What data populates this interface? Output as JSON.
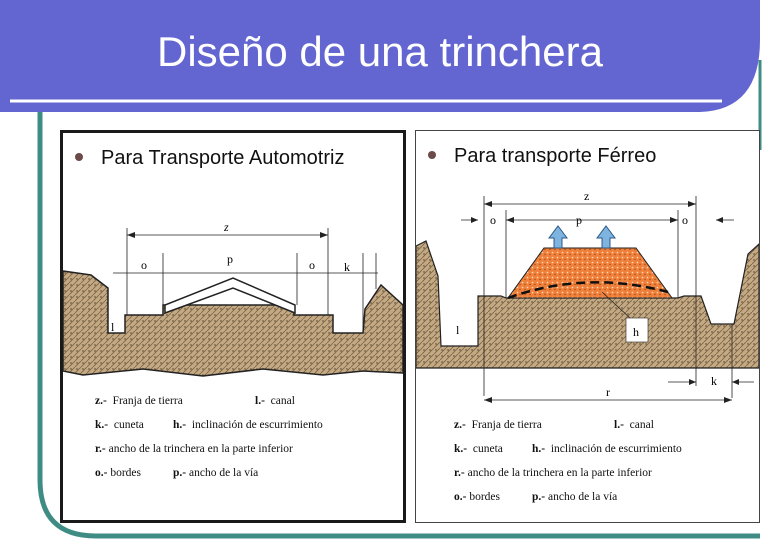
{
  "slide": {
    "title": "Diseño de una trinchera",
    "colors": {
      "banner": "#6366d0",
      "frame": "#3f8c84",
      "soil": "#c4aa84",
      "ballast": "#f0813c",
      "rail": "#7fb4e0"
    }
  },
  "left_panel": {
    "heading": "Para Transporte Automotriz",
    "dimension_labels": {
      "z": "z",
      "o_left": "o",
      "p": "p",
      "o_right": "o",
      "k": "k",
      "l": "l"
    },
    "legend": {
      "z_key": "z.-",
      "z_text": "Franja de tierra",
      "l_key": "l.-",
      "l_text": "canal",
      "k_key": "k.-",
      "k_text": "cuneta",
      "h_key": "h.-",
      "h_text": "inclinación de escurrimiento",
      "r_key": "r.-",
      "r_text": "ancho de la trinchera en la parte inferior",
      "o_key": "o.-",
      "o_text": "bordes",
      "p_key": "p.-",
      "p_text": "ancho de la vía"
    }
  },
  "right_panel": {
    "heading": "Para transporte Férreo",
    "dimension_labels": {
      "z": "z",
      "o_left": "o",
      "p": "p",
      "o_right": "o",
      "l": "l",
      "h": "h",
      "k": "k",
      "r": "r"
    },
    "legend": {
      "z_key": "z.-",
      "z_text": "Franja de tierra",
      "l_key": "l.-",
      "l_text": "canal",
      "k_key": "k.-",
      "k_text": "cuneta",
      "h_key": "h.-",
      "h_text": "inclinación de escurrimiento",
      "r_key": "r.-",
      "r_text": "ancho de la trinchera en la parte inferior",
      "o_key": "o.-",
      "o_text": "bordes",
      "p_key": "p.-",
      "p_text": "ancho de la vía"
    }
  }
}
